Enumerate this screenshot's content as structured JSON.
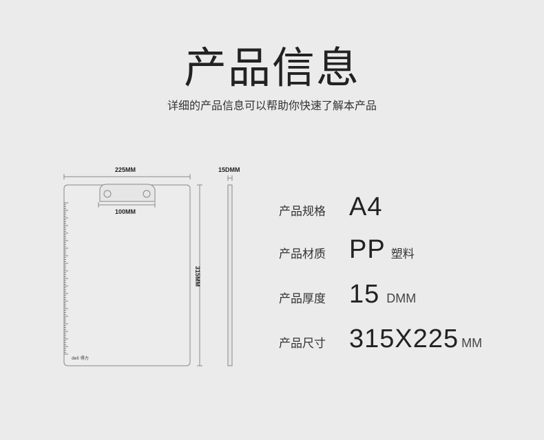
{
  "header": {
    "title": "产品信息",
    "subtitle": "详细的产品信息可以帮助你快速了解本产品"
  },
  "diagram": {
    "width_label": "225MM",
    "thickness_label": "15DMM",
    "clip_label": "100MM",
    "height_label": "315MM",
    "brand": "deli 得力"
  },
  "specs": [
    {
      "label": "产品规格",
      "value": "A4",
      "unit": ""
    },
    {
      "label": "产品材质",
      "value": "PP",
      "unit": "塑料"
    },
    {
      "label": "产品厚度",
      "value": "15",
      "unit": "DMM"
    },
    {
      "label": "产品尺寸",
      "value": "315X225",
      "unit": "MM"
    }
  ]
}
